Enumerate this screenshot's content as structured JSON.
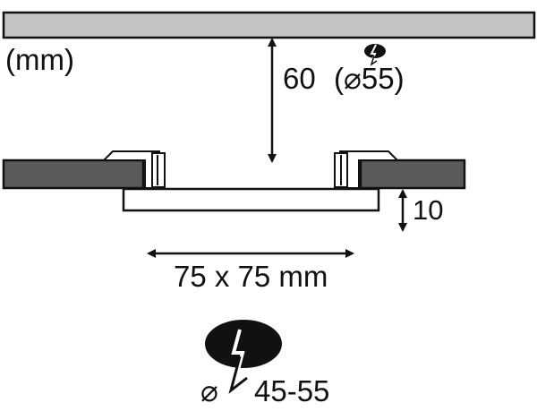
{
  "labels": {
    "units": "(mm)",
    "depth": "60",
    "depth_hole": "(⌀55)",
    "height": "10",
    "panel_size": "75 x 75 mm",
    "cutout_symbol": "⌀",
    "cutout_range": "45-55"
  },
  "icons": {
    "small_hole_icon": "drill-hole-icon",
    "large_hole_icon": "cutout-hole-icon"
  },
  "colors": {
    "ceiling_panel": "#c4c4c4",
    "ceiling_section": "#5a5a5a",
    "outline": "#111111"
  }
}
